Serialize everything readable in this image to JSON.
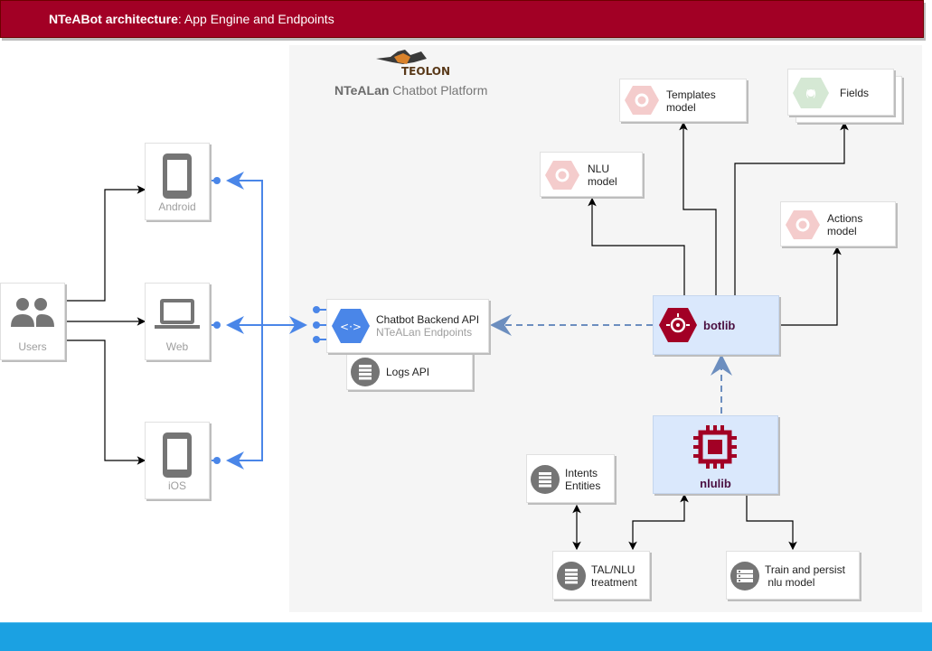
{
  "header": {
    "title_bold": "NTeABot architecture",
    "title_rest": ": App Engine and  Endpoints"
  },
  "platform": {
    "title_bold": "NTeALan",
    "title_rest": " Chatbot Platform",
    "logo_text": "TEOLON"
  },
  "clients": {
    "users": {
      "label": "Users",
      "icon": "users-icon"
    },
    "android": {
      "label": "Android",
      "icon": "phone-icon"
    },
    "web": {
      "label": "Web",
      "icon": "laptop-icon"
    },
    "ios": {
      "label": "iOS",
      "icon": "phone-icon"
    }
  },
  "api": {
    "title": "Chatbot Backend API",
    "subtitle": "NTeALan Endpoints",
    "logs": "Logs API"
  },
  "models": {
    "templates": {
      "line1": "Templates",
      "line2": "model"
    },
    "fields": {
      "line1": "Fields"
    },
    "nlu": {
      "line1": "NLU",
      "line2": "model"
    },
    "actions": {
      "line1": "Actions",
      "line2": "model"
    }
  },
  "botlib": {
    "label": "botlib"
  },
  "nlulib": {
    "label": "nlulib"
  },
  "nlu_nodes": {
    "intents": {
      "line1": "Intents",
      "line2": "Entities"
    },
    "tal": {
      "line1": "TAL/NLU",
      "line2": "treatment"
    },
    "train": {
      "line1": "Train and persist",
      "line2": " nlu model"
    }
  },
  "colors": {
    "header": "#a20025",
    "footer": "#1ba1e2",
    "accent_blue": "#4a86e8",
    "botlib_red": "#a20025",
    "box_blue": "#dae8fc"
  }
}
